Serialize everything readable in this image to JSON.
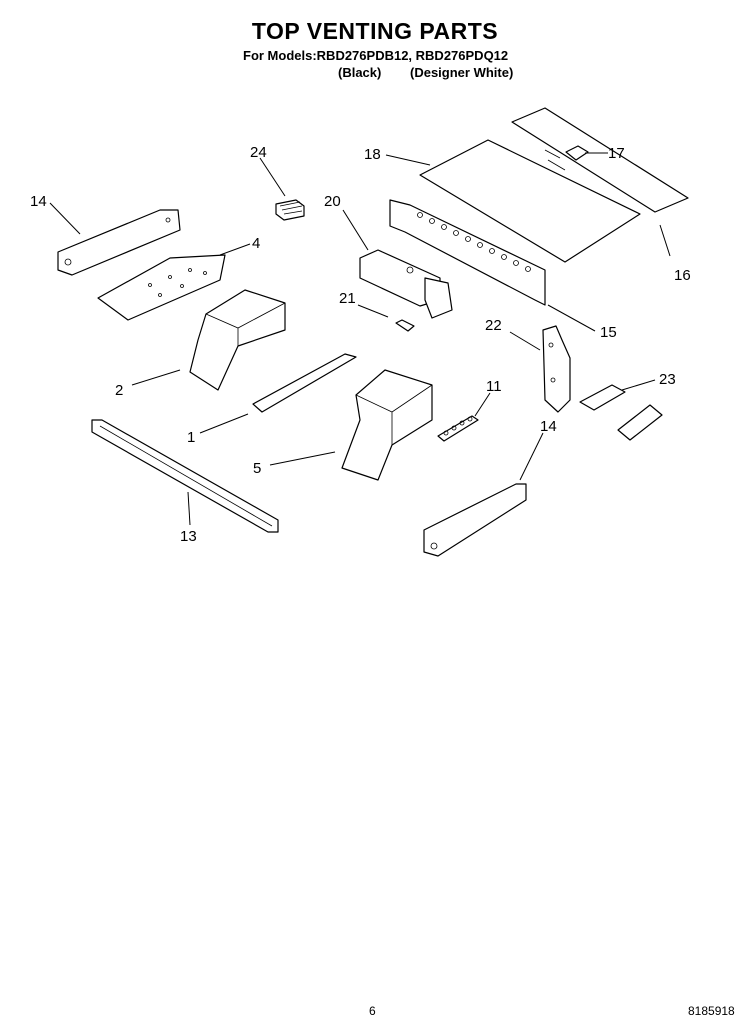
{
  "header": {
    "title": "TOP VENTING PARTS",
    "models_line": "For Models:RBD276PDB12, RBD276PDQ12",
    "variants": [
      "(Black)",
      "(Designer White)"
    ]
  },
  "callouts": [
    "24",
    "18",
    "17",
    "14",
    "20",
    "4",
    "16",
    "21",
    "15",
    "22",
    "2",
    "11",
    "23",
    "1",
    "14",
    "5",
    "13"
  ],
  "footer": {
    "page_number": "6",
    "document_number": "8185918"
  }
}
